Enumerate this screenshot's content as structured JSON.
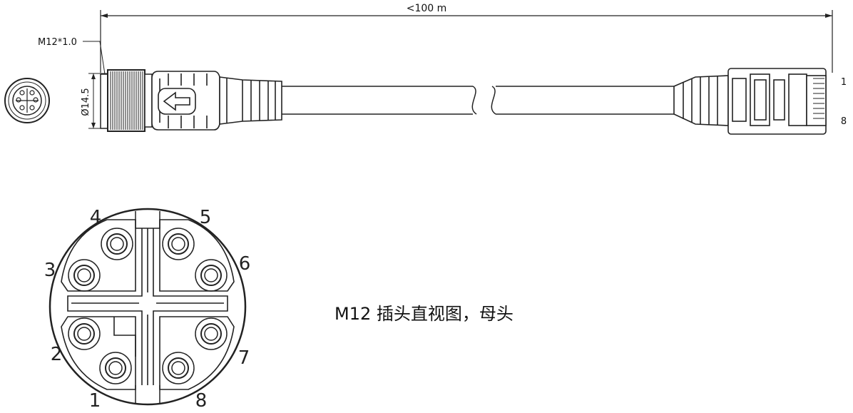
{
  "drawing": {
    "length_label": "<100 m",
    "thread_label": "M12*1.0",
    "diameter_label": "Ø14.5",
    "rj45_pin_first": "1",
    "rj45_pin_last": "8"
  },
  "face_view": {
    "pins": [
      {
        "number": "1"
      },
      {
        "number": "2"
      },
      {
        "number": "3"
      },
      {
        "number": "4"
      },
      {
        "number": "5"
      },
      {
        "number": "6"
      },
      {
        "number": "7"
      },
      {
        "number": "8"
      }
    ],
    "caption_prefix": "M12",
    "caption_text": " 插头直视图，母头"
  }
}
